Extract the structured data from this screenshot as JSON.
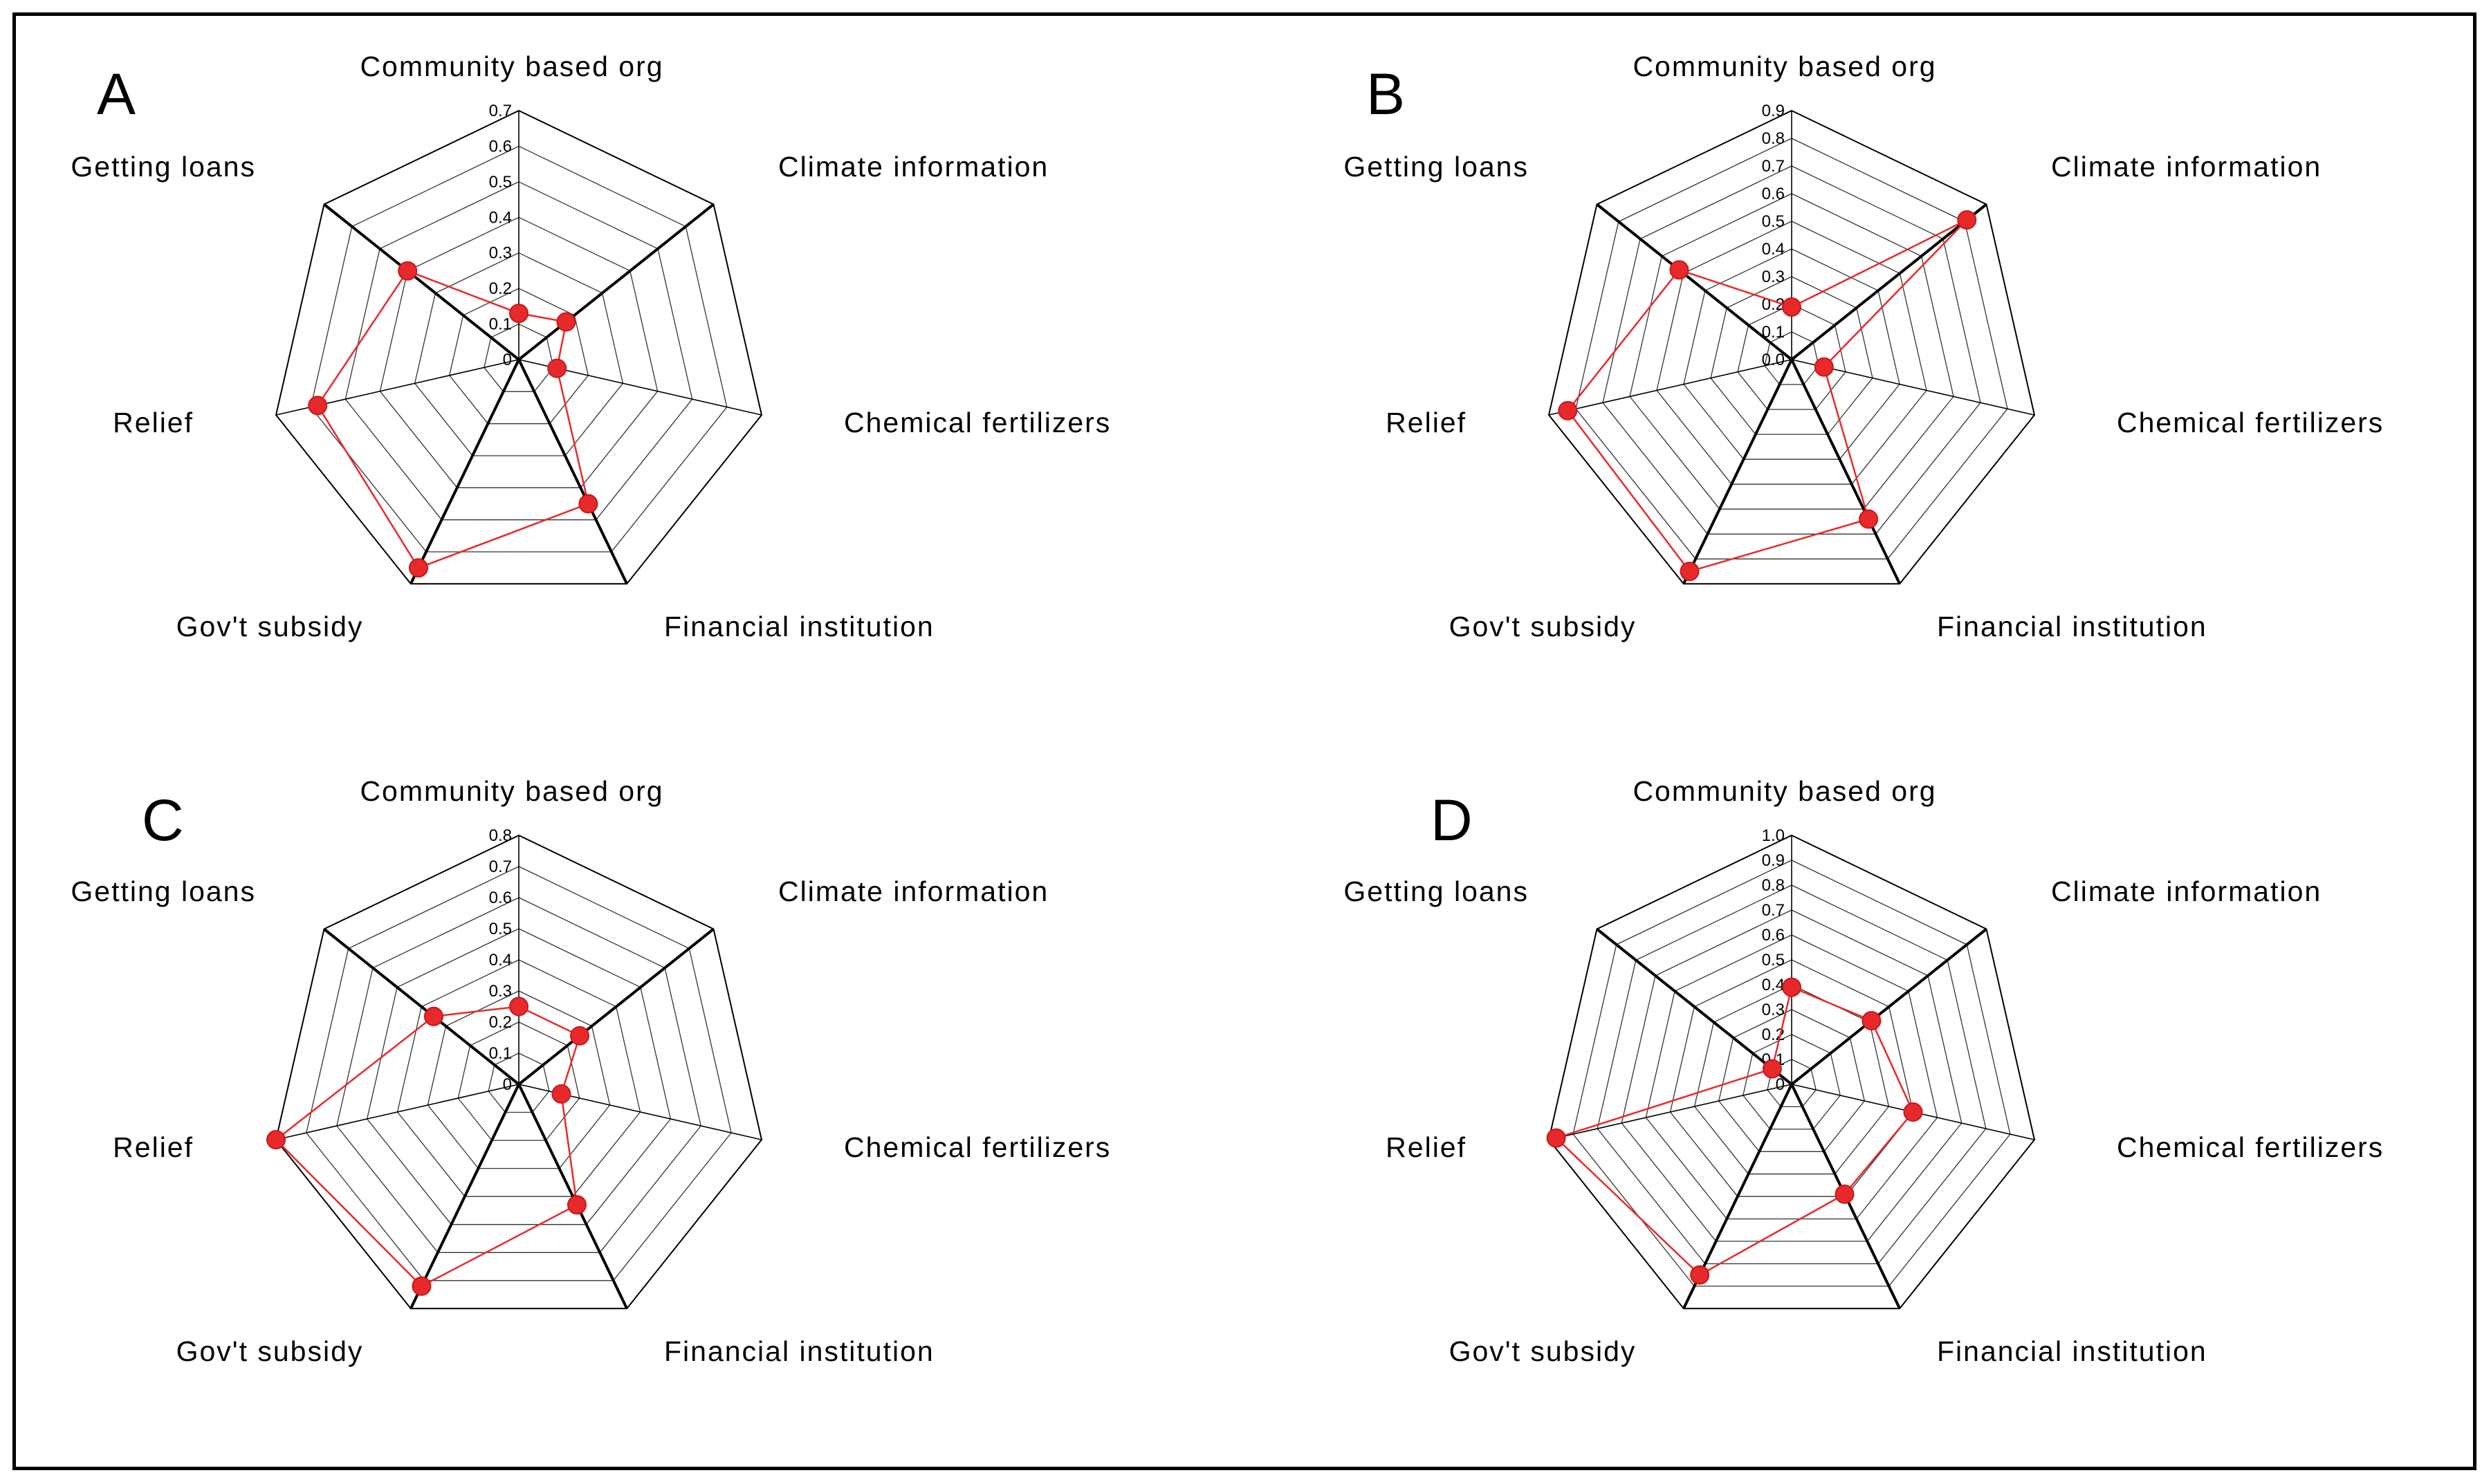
{
  "chart_data": [
    {
      "type": "radar",
      "panel": "A",
      "axes": [
        "Community based org",
        "Climate information",
        "Chemical fertilizers",
        "Financial institution",
        "Gov't subsidy",
        "Relief",
        "Getting loans"
      ],
      "ticks": [
        "0",
        "0.1",
        "0.2",
        "0.3",
        "0.4",
        "0.5",
        "0.6",
        "0.7"
      ],
      "rmax": 0.7,
      "values": [
        0.13,
        0.17,
        0.11,
        0.45,
        0.65,
        0.58,
        0.4
      ],
      "series_color": "#e8292b"
    },
    {
      "type": "radar",
      "panel": "B",
      "axes": [
        "Community based org",
        "Climate information",
        "Chemical fertilizers",
        "Financial institution",
        "Gov't subsidy",
        "Relief",
        "Getting loans"
      ],
      "ticks": [
        "0.0",
        "0.1",
        "0.2",
        "0.3",
        "0.4",
        "0.5",
        "0.6",
        "0.7",
        "0.8",
        "0.9"
      ],
      "rmax": 0.9,
      "values": [
        0.19,
        0.81,
        0.12,
        0.64,
        0.85,
        0.83,
        0.52
      ],
      "series_color": "#e8292b"
    },
    {
      "type": "radar",
      "panel": "C",
      "axes": [
        "Community based org",
        "Climate information",
        "Chemical fertilizers",
        "Financial institution",
        "Gov't subsidy",
        "Relief",
        "Getting loans"
      ],
      "ticks": [
        "0",
        "0.1",
        "0.2",
        "0.3",
        "0.4",
        "0.5",
        "0.6",
        "0.7",
        "0.8"
      ],
      "rmax": 0.8,
      "values": [
        0.25,
        0.25,
        0.14,
        0.43,
        0.72,
        0.8,
        0.35
      ],
      "series_color": "#e8292b"
    },
    {
      "type": "radar",
      "panel": "D",
      "axes": [
        "Community based org",
        "Climate information",
        "Chemical fertilizers",
        "Financial institution",
        "Gov't subsidy",
        "Relief",
        "Getting loans"
      ],
      "ticks": [
        "0",
        "0.1",
        "0.2",
        "0.3",
        "0.4",
        "0.5",
        "0.6",
        "0.7",
        "0.8",
        "0.9",
        "1.0"
      ],
      "rmax": 1.0,
      "values": [
        0.39,
        0.41,
        0.5,
        0.49,
        0.85,
        0.97,
        0.1
      ],
      "series_color": "#e8292b"
    }
  ]
}
